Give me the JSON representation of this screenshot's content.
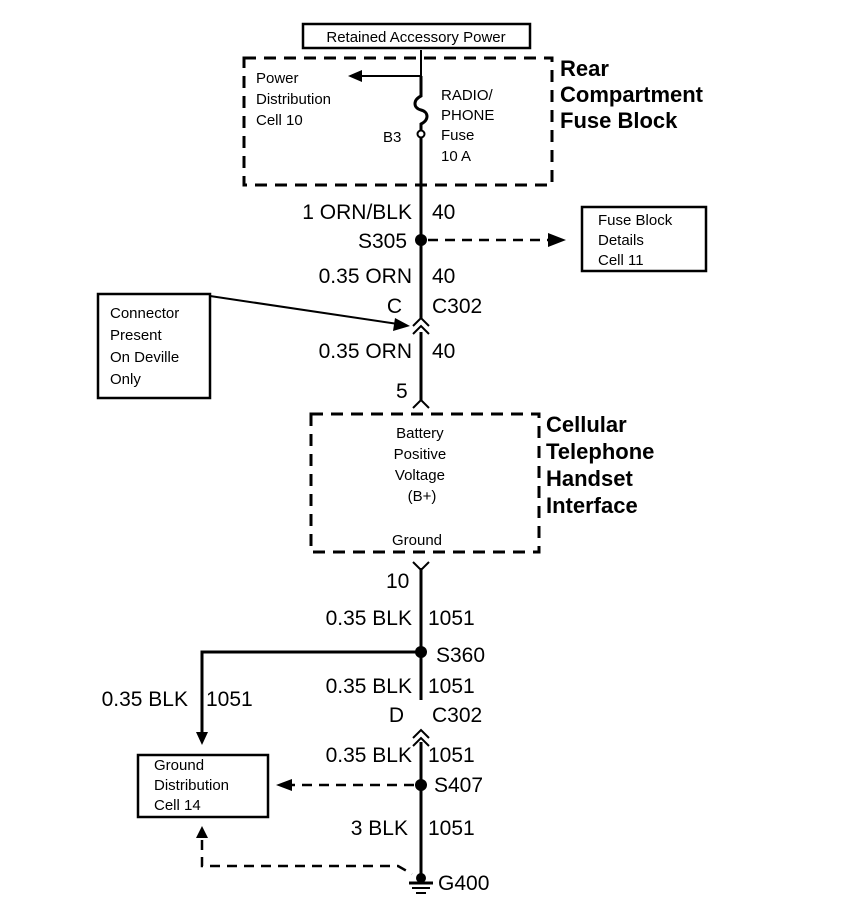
{
  "header_label": "Retained Accessory Power",
  "fuse_block": {
    "title_lines": [
      "Rear",
      "Compartment",
      "Fuse Block"
    ],
    "pdc_lines": [
      "Power",
      "Distribution",
      "Cell 10"
    ],
    "fuse_lines": [
      "RADIO/",
      "PHONE",
      "Fuse",
      "10 A"
    ],
    "terminal": "B3"
  },
  "wires": {
    "w1_gauge": "1 ORN/BLK",
    "w1_circuit": "40",
    "w2_gauge": "0.35 ORN",
    "w2_circuit": "40",
    "w3_gauge": "0.35 ORN",
    "w3_circuit": "40",
    "w4_gauge": "0.35 BLK",
    "w4_circuit": "1051",
    "w5_gauge": "0.35 BLK",
    "w5_circuit": "1051",
    "w6_gauge": "0.35 BLK",
    "w6_circuit": "1051",
    "w7_gauge": "3 BLK",
    "w7_circuit": "1051",
    "branch_gauge": "0.35 BLK",
    "branch_circuit": "1051"
  },
  "splices": {
    "s305": "S305",
    "s360": "S360",
    "s407": "S407"
  },
  "connectors": {
    "c302_upper_pin": "C",
    "c302_upper_name": "C302",
    "c302_lower_pin": "D",
    "c302_lower_name": "C302",
    "pin_5": "5",
    "pin_10": "10"
  },
  "fuse_block_details_lines": [
    "Fuse Block",
    "Details",
    "Cell 11"
  ],
  "connector_note_lines": [
    "Connector",
    "Present",
    "On Deville",
    "Only"
  ],
  "cellular": {
    "title_lines": [
      "Cellular",
      "Telephone",
      "Handset",
      "Interface"
    ],
    "bplus_lines": [
      "Battery",
      "Positive",
      "Voltage",
      "(B+)"
    ],
    "ground_label": "Ground"
  },
  "ground_dist_lines": [
    "Ground",
    "Distribution",
    "Cell 14"
  ],
  "ground_point": "G400"
}
